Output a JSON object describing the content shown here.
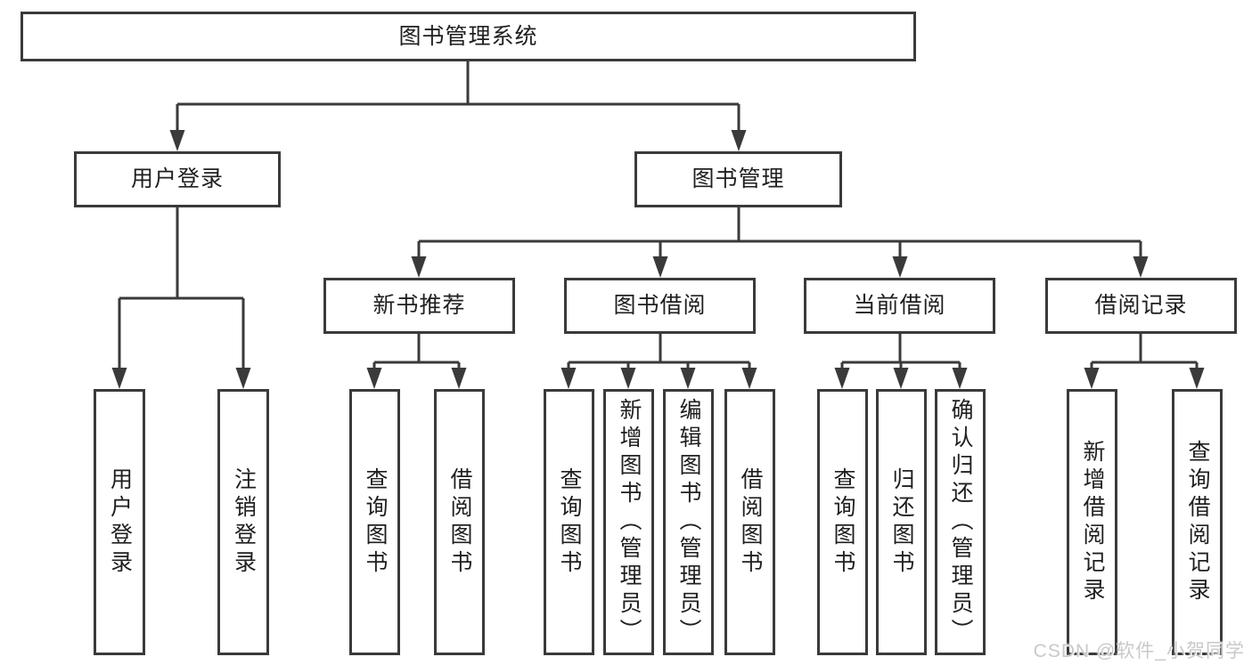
{
  "tree": {
    "root": {
      "label": "图书管理系统"
    },
    "branches": [
      {
        "label": "用户登录",
        "children": [
          {
            "label": "用户登录"
          },
          {
            "label": "注销登录"
          }
        ]
      },
      {
        "label": "图书管理",
        "children": [
          {
            "label": "新书推荐",
            "children": [
              {
                "label": "查询图书"
              },
              {
                "label": "借阅图书"
              }
            ]
          },
          {
            "label": "图书借阅",
            "children": [
              {
                "label": "查询图书"
              },
              {
                "label": "新增图书（管理员）"
              },
              {
                "label": "编辑图书（管理员）"
              },
              {
                "label": "借阅图书"
              }
            ]
          },
          {
            "label": "当前借阅",
            "children": [
              {
                "label": "查询图书"
              },
              {
                "label": "归还图书"
              },
              {
                "label": "确认归还（管理员）"
              }
            ]
          },
          {
            "label": "借阅记录",
            "children": [
              {
                "label": "新增借阅记录"
              },
              {
                "label": "查询借阅记录"
              }
            ]
          }
        ]
      }
    ]
  },
  "watermark": {
    "text": "CSDN @软件_小贺同学"
  },
  "colors": {
    "line_color": "#3a3a3a",
    "text_color": "#1f1f1f",
    "box_bg": "#ffffff",
    "page_bg": "#ffffff",
    "watermark_color": "#c9c9c9"
  }
}
